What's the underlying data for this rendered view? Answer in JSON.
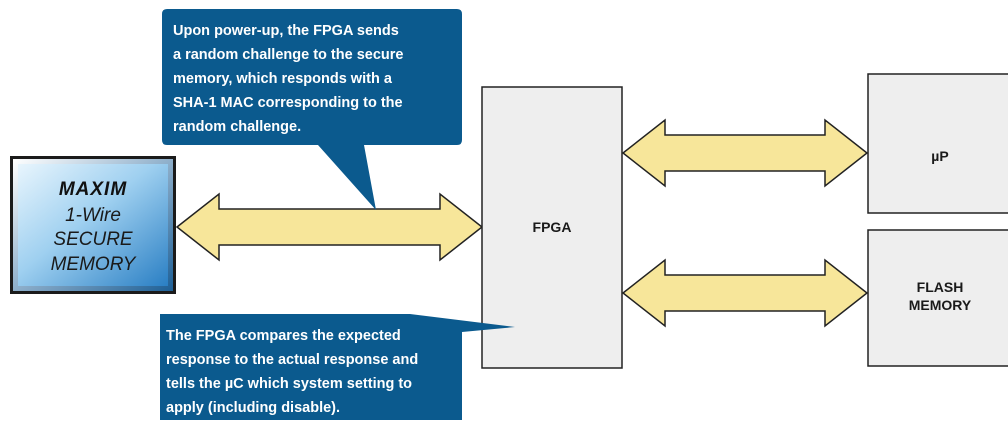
{
  "colors": {
    "block_fill": "#eeeeee",
    "block_stroke": "#222222",
    "arrow_fill": "#f7e69a",
    "arrow_stroke": "#222222",
    "callout_fill": "#0b5a8e",
    "callout_text": "#ffffff",
    "chip_light": "#cfe7f7",
    "chip_dark": "#2a7fc4"
  },
  "chip": {
    "logo": "MAXIM",
    "lines": [
      "1-Wire",
      "SECURE",
      "MEMORY"
    ]
  },
  "blocks": {
    "fpga": "FPGA",
    "microprocessor": "µP",
    "flash_line1": "FLASH",
    "flash_line2": "MEMORY"
  },
  "callouts": {
    "top": [
      "Upon power-up, the FPGA sends",
      "a random challenge to the secure",
      "memory, which responds with a",
      "SHA-1 MAC corresponding to the",
      "random challenge."
    ],
    "bottom": [
      "The FPGA compares the expected",
      "response to the actual response and",
      "tells the µC which system setting to",
      "apply (including disable)."
    ]
  }
}
